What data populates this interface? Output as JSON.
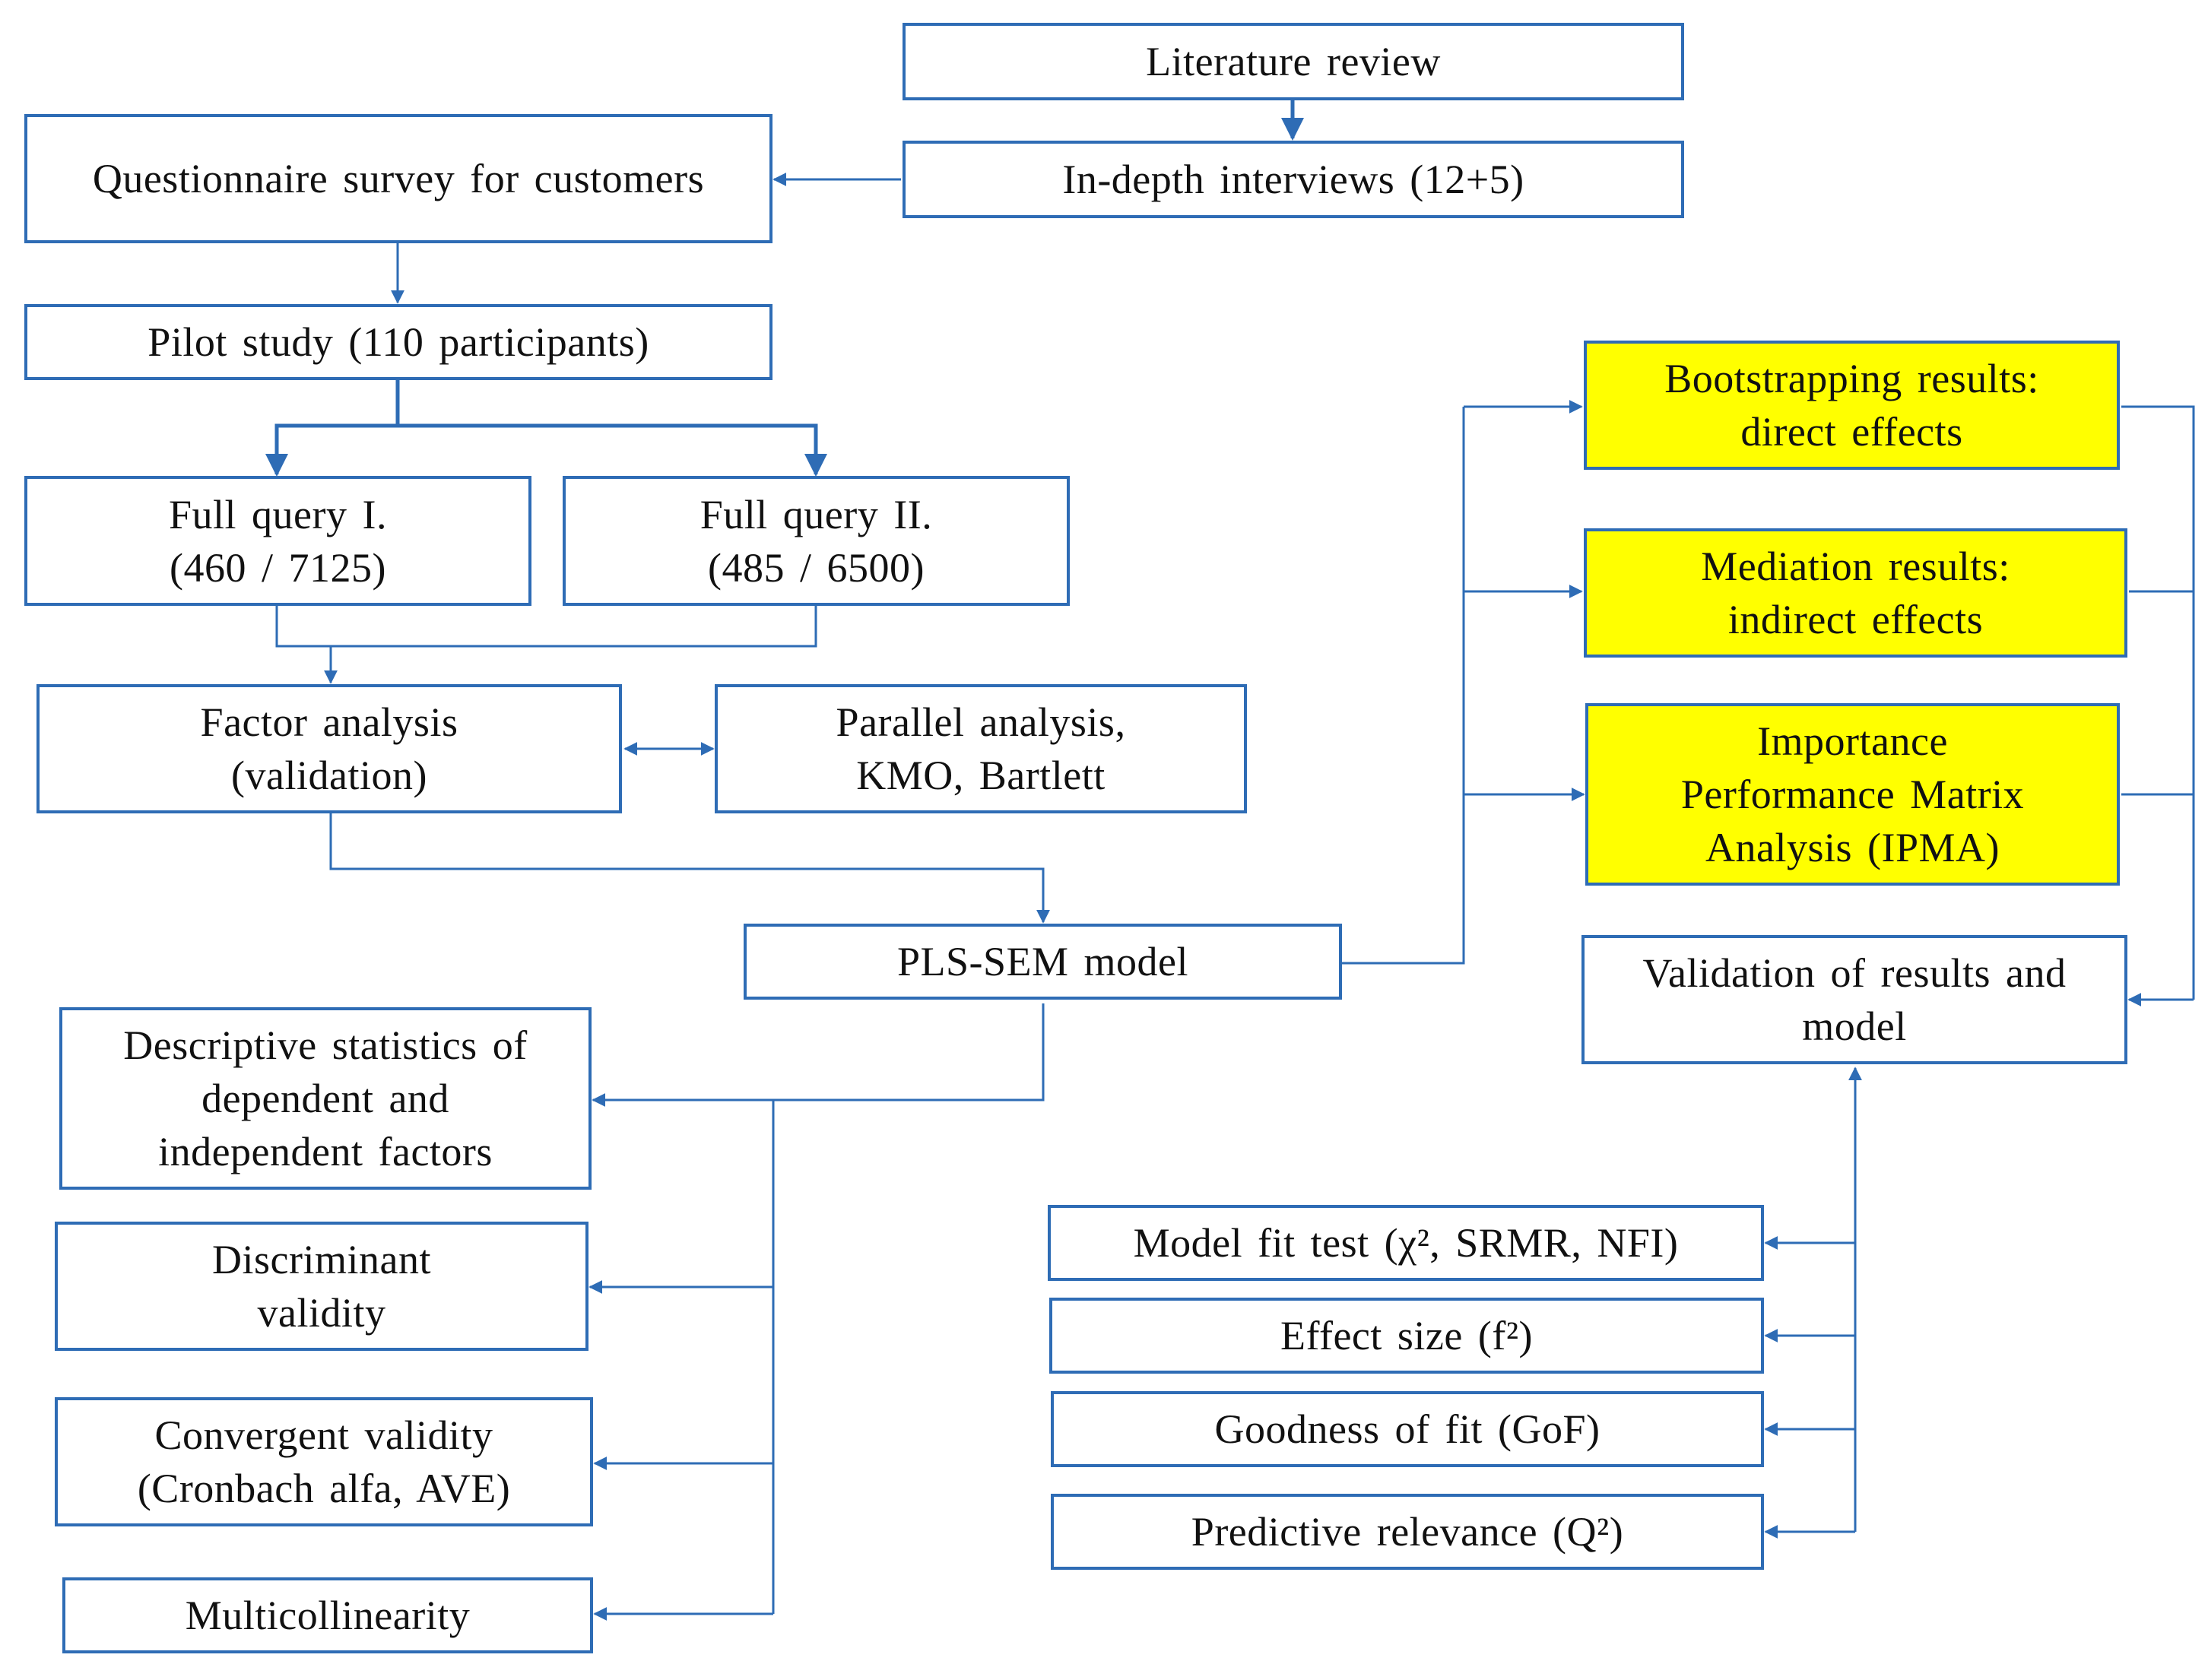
{
  "colors": {
    "line": "#2e6cb5",
    "highlight": "#ffff00",
    "text": "#111111",
    "background": "#ffffff"
  },
  "nodes": {
    "literature_review": "Literature review",
    "in_depth_interviews": "In-depth interviews (12+5)",
    "questionnaire_survey": "Questionnaire survey for customers",
    "pilot_study": "Pilot study (110 participants)",
    "full_query_1": {
      "line1": "Full query I.",
      "line2": "(460 / 7125)"
    },
    "full_query_2": {
      "line1": "Full query II.",
      "line2": "(485 / 6500)"
    },
    "factor_analysis": {
      "line1": "Factor analysis",
      "line2": "(validation)"
    },
    "parallel_analysis": {
      "line1": "Parallel analysis,",
      "line2": "KMO, Bartlett"
    },
    "pls_sem_model": "PLS-SEM model",
    "descriptive_statistics": "Descriptive statistics of dependent and independent factors",
    "discriminant_validity": "Discriminant validity",
    "convergent_validity": {
      "line1": "Convergent validity",
      "line2": "(Cronbach alfa, AVE)"
    },
    "multicollinearity": "Multicollinearity",
    "bootstrapping_results": {
      "line1": "Bootstrapping results:",
      "line2": "direct effects"
    },
    "mediation_results": {
      "line1": "Mediation results:",
      "line2": "indirect effects"
    },
    "ipma": {
      "line1": "Importance",
      "line2": "Performance Matrix",
      "line3": "Analysis (IPMA)"
    },
    "validation_of_results": "Validation of results and model",
    "model_fit_test": "Model fit test (χ², SRMR, NFI)",
    "effect_size": "Effect size (f²)",
    "goodness_of_fit": "Goodness of fit (GoF)",
    "predictive_relevance": "Predictive relevance (Q²)"
  }
}
